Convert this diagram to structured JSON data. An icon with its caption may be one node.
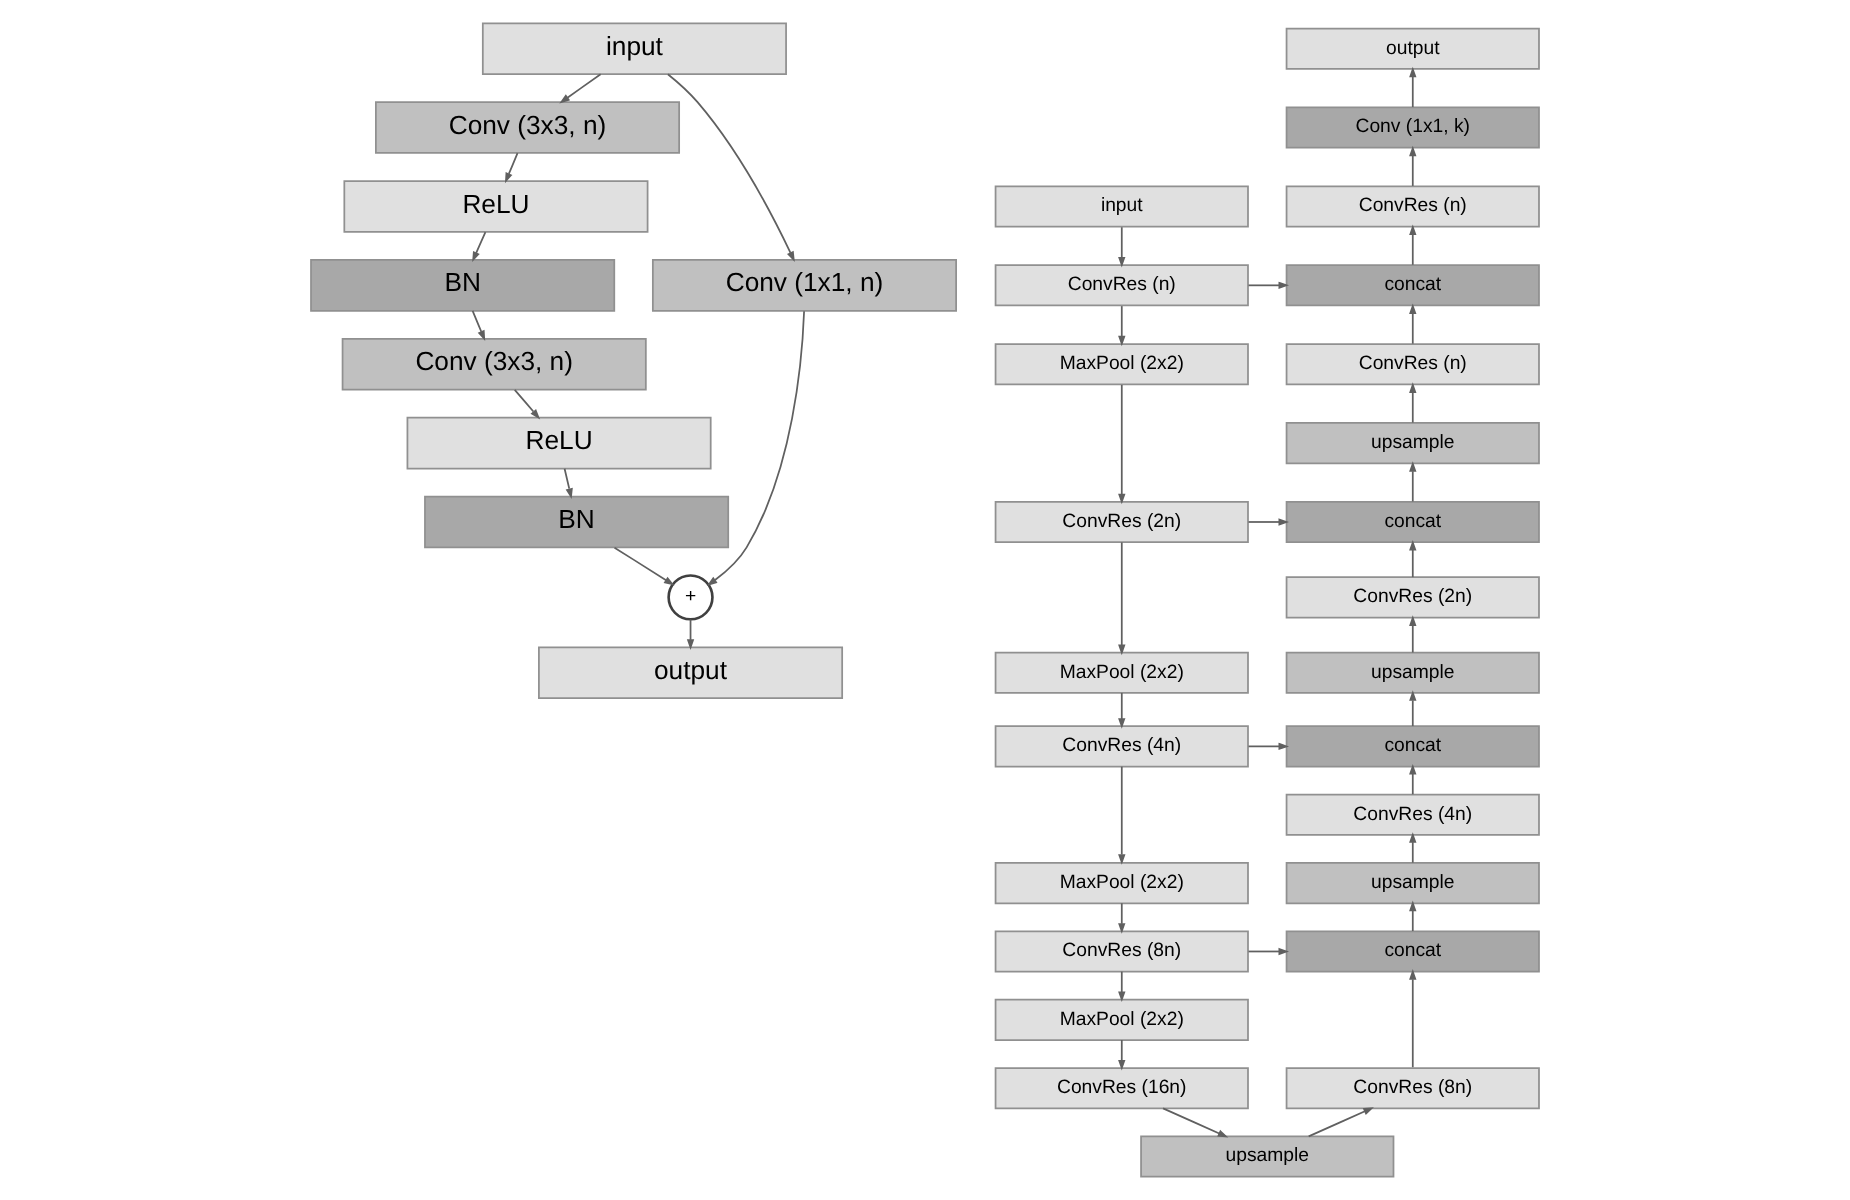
{
  "diagram": {
    "nodes": [
      {
        "text": [
          "input"
        ]
      },
      {
        "text": [
          "Conv (3x3, n)"
        ]
      },
      {
        "text": [
          "ReLU"
        ]
      },
      {
        "text": [
          "BN"
        ]
      },
      {
        "text": [
          "Conv (3x3, n)"
        ]
      },
      {
        "text": [
          "ReLU"
        ]
      },
      {
        "text": [
          "BN"
        ]
      },
      {
        "text": [
          "Conv (1x1, n)"
        ]
      },
      {
        "text": [
          "+"
        ]
      },
      {
        "text": [
          "output"
        ]
      },
      {
        "text": [
          "input"
        ]
      },
      {
        "text": [
          "ConvRes (n)"
        ]
      },
      {
        "text": [
          "MaxPool (2x2)"
        ]
      },
      {
        "text": [
          "ConvRes (2n)"
        ]
      },
      {
        "text": [
          "MaxPool (2x2)"
        ]
      },
      {
        "text": [
          "ConvRes (4n)"
        ]
      },
      {
        "text": [
          "MaxPool (2x2)"
        ]
      },
      {
        "text": [
          "ConvRes (8n)"
        ]
      },
      {
        "text": [
          "MaxPool (2x2)"
        ]
      },
      {
        "text": [
          "ConvRes (16n)"
        ]
      },
      {
        "text": [
          "output"
        ]
      },
      {
        "text": [
          "Conv (1x1, k)"
        ]
      },
      {
        "text": [
          "ConvRes (n)"
        ]
      },
      {
        "text": [
          "concat"
        ]
      },
      {
        "text": [
          "ConvRes (n)"
        ]
      },
      {
        "text": [
          "upsample"
        ]
      },
      {
        "text": [
          "concat"
        ]
      },
      {
        "text": [
          "ConvRes (2n)"
        ]
      },
      {
        "text": [
          "upsample"
        ]
      },
      {
        "text": [
          "concat"
        ]
      },
      {
        "text": [
          "ConvRes (4n)"
        ]
      },
      {
        "text": [
          "upsample"
        ]
      },
      {
        "text": [
          "concat"
        ]
      },
      {
        "text": [
          "ConvRes (8n)"
        ]
      },
      {
        "text": [
          "upsample"
        ]
      }
    ],
    "edges": [
      {
        "from": 0,
        "to": 1,
        "arrow": "to"
      },
      {
        "from": 1,
        "to": 2,
        "arrow": "to"
      },
      {
        "from": 2,
        "to": 3,
        "arrow": "to"
      },
      {
        "from": 3,
        "to": 4,
        "arrow": "to"
      },
      {
        "from": 4,
        "to": 5,
        "arrow": "to"
      },
      {
        "from": 5,
        "to": 6,
        "arrow": "to"
      },
      {
        "from": 6,
        "to": 8,
        "arrow": "to"
      },
      {
        "from": 0,
        "to": 7,
        "arrow": "to"
      },
      {
        "from": 7,
        "to": 8,
        "arrow": "to"
      },
      {
        "from": 8,
        "to": 9,
        "arrow": "to"
      },
      {
        "from": 10,
        "to": 11,
        "arrow": "to"
      },
      {
        "from": 11,
        "to": 12,
        "arrow": "to"
      },
      {
        "from": 12,
        "to": 13,
        "arrow": "to"
      },
      {
        "from": 13,
        "to": 14,
        "arrow": "to"
      },
      {
        "from": 14,
        "to": 15,
        "arrow": "to"
      },
      {
        "from": 15,
        "to": 16,
        "arrow": "to"
      },
      {
        "from": 16,
        "to": 17,
        "arrow": "to"
      },
      {
        "from": 17,
        "to": 18,
        "arrow": "to"
      },
      {
        "from": 18,
        "to": 19,
        "arrow": "to"
      },
      {
        "from": 19,
        "to": 34,
        "arrow": "to"
      },
      {
        "from": 34,
        "to": 33,
        "arrow": "to"
      },
      {
        "from": 33,
        "to": 32,
        "arrow": "to"
      },
      {
        "from": 32,
        "to": 31,
        "arrow": "to"
      },
      {
        "from": 31,
        "to": 30,
        "arrow": "to"
      },
      {
        "from": 30,
        "to": 29,
        "arrow": "to"
      },
      {
        "from": 29,
        "to": 28,
        "arrow": "to"
      },
      {
        "from": 28,
        "to": 27,
        "arrow": "to"
      },
      {
        "from": 27,
        "to": 26,
        "arrow": "to"
      },
      {
        "from": 26,
        "to": 25,
        "arrow": "to"
      },
      {
        "from": 25,
        "to": 24,
        "arrow": "to"
      },
      {
        "from": 24,
        "to": 23,
        "arrow": "to"
      },
      {
        "from": 23,
        "to": 22,
        "arrow": "to"
      },
      {
        "from": 22,
        "to": 21,
        "arrow": "to"
      },
      {
        "from": 21,
        "to": 20,
        "arrow": "to"
      },
      {
        "from": 11,
        "to": 23,
        "arrow": "to"
      },
      {
        "from": 13,
        "to": 26,
        "arrow": "to"
      },
      {
        "from": 15,
        "to": 29,
        "arrow": "to"
      },
      {
        "from": 17,
        "to": 32,
        "arrow": "to"
      }
    ]
  }
}
